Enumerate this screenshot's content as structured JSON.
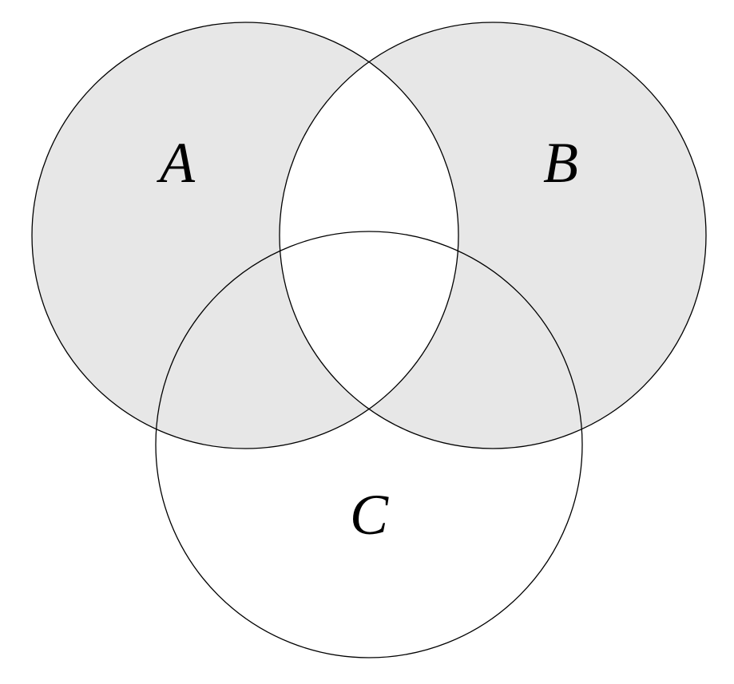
{
  "diagram": {
    "type": "venn-3-set",
    "set_labels": {
      "a": "A",
      "b": "B",
      "c": "C"
    },
    "shaded_region_description": "A and B shaded except their overlap (symmetric difference A xor B); set C and the A-B lens are unshaded",
    "colors": {
      "shaded_fill": "#e7e7e7",
      "outline": "#000000",
      "background": "#ffffff"
    }
  }
}
